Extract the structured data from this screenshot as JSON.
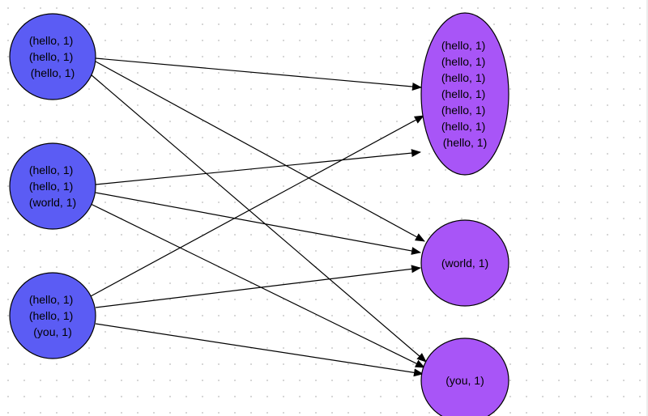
{
  "colors": {
    "mapper_fill": "#5b5cf4",
    "reducer_fill": "#a855f7",
    "stroke": "#000000"
  },
  "mappers": [
    {
      "lines": [
        "(hello, 1)",
        "(hello, 1)",
        "(hello, 1)"
      ]
    },
    {
      "lines": [
        "(hello, 1)",
        "(hello, 1)",
        "(world, 1)"
      ]
    },
    {
      "lines": [
        "(hello, 1)",
        "(hello, 1)",
        "(you, 1)"
      ]
    }
  ],
  "reducers": [
    {
      "lines": [
        "(hello, 1)",
        "(hello, 1)",
        "(hello, 1)",
        "(hello, 1)",
        "(hello, 1)",
        "(hello, 1)",
        "(hello, 1)"
      ]
    },
    {
      "lines": [
        "(world, 1)"
      ]
    },
    {
      "lines": [
        "(you, 1)"
      ]
    }
  ],
  "edges": [
    {
      "from": 0,
      "to": 0
    },
    {
      "from": 0,
      "to": 1
    },
    {
      "from": 0,
      "to": 2
    },
    {
      "from": 1,
      "to": 0
    },
    {
      "from": 1,
      "to": 1
    },
    {
      "from": 1,
      "to": 2
    },
    {
      "from": 2,
      "to": 0
    },
    {
      "from": 2,
      "to": 1
    },
    {
      "from": 2,
      "to": 2
    }
  ]
}
